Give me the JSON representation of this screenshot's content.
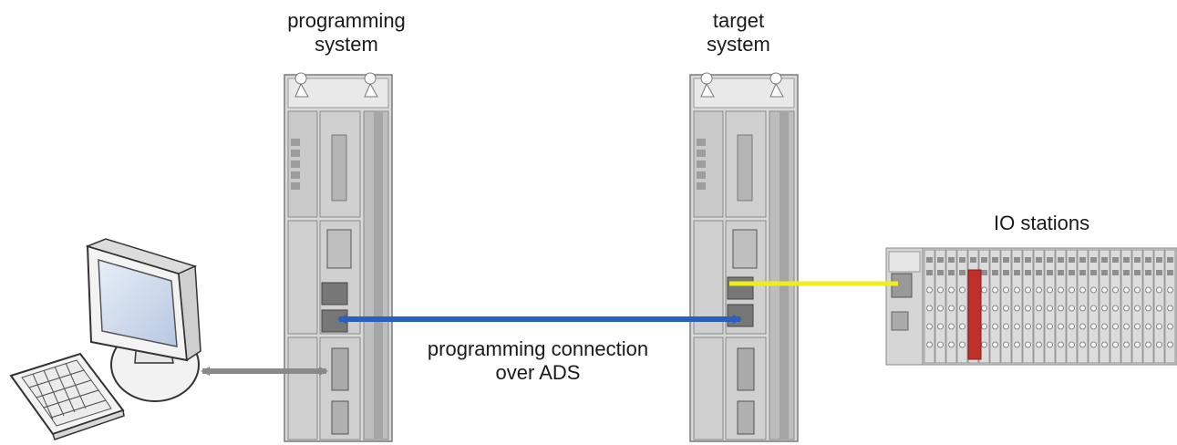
{
  "labels": {
    "programming_system": [
      "programming",
      "system"
    ],
    "target_system": [
      "target",
      "system"
    ],
    "io_stations": "IO stations",
    "connection": [
      "programming connection",
      "over ADS"
    ]
  },
  "colors": {
    "ads_link": "#2b5fbf",
    "fieldbus_link": "#f0ee1a",
    "local_link": "#8a8a8a",
    "cabinet": "#d4d4d4",
    "cabinet_dark": "#a9a9a9",
    "io_red_module": "#c0302a",
    "monitor_screen": "#c9d8ec"
  },
  "icons": {
    "workstation": "computer-monitor-keyboard-icon",
    "controller": "industrial-pc-icon",
    "io_rack": "io-terminal-rack-icon"
  }
}
